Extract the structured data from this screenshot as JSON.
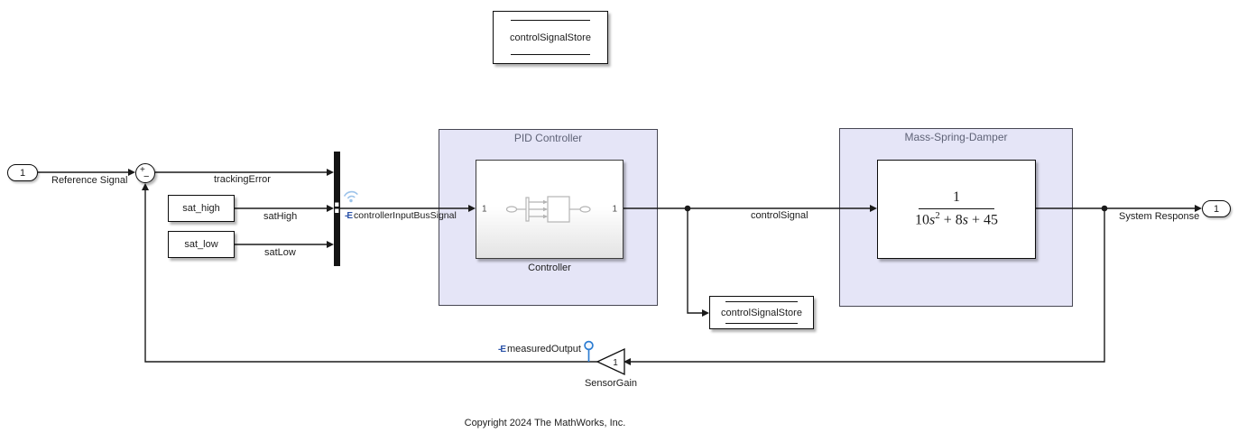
{
  "diagram": {
    "blocks": {
      "data_store_top": "controlSignalStore",
      "inport_label": "1",
      "sum_plus": "+",
      "sum_minus": "−",
      "sat_high": "sat_high",
      "sat_low": "sat_low",
      "pid_area_title": "PID Controller",
      "controller_label": "Controller",
      "controller_in_port": "1",
      "controller_out_port": "1",
      "msd_area_title": "Mass-Spring-Damper",
      "tf": {
        "numerator": "1",
        "den_10": "10",
        "den_s": "s",
        "den_sup": "2",
        "den_mid": " + 8",
        "den_s2": "s",
        "den_end": " + 45"
      },
      "data_store_write": "controlSignalStore",
      "gain_value": "1",
      "gain_label": "SensorGain",
      "outport_label": "1"
    },
    "signals": {
      "reference": "Reference Signal",
      "tracking_error": "trackingError",
      "sat_high": "satHigh",
      "sat_low": "satLow",
      "bus": "controllerInputBusSignal",
      "control": "controlSignal",
      "system_response": "System Response",
      "measured_output": "measuredOutput",
      "logging_badge": "-E"
    },
    "colors": {
      "area_fill": "#e5e5f7",
      "area_border": "#474753",
      "area_title": "#5f6377",
      "line": "#1a1a1a",
      "logging_blue": "#2a52a8",
      "wireless_blue": "#9cc3ea",
      "testpoint_blue": "#2d7dd2"
    },
    "footer": "Copyright 2024 The MathWorks, Inc."
  }
}
